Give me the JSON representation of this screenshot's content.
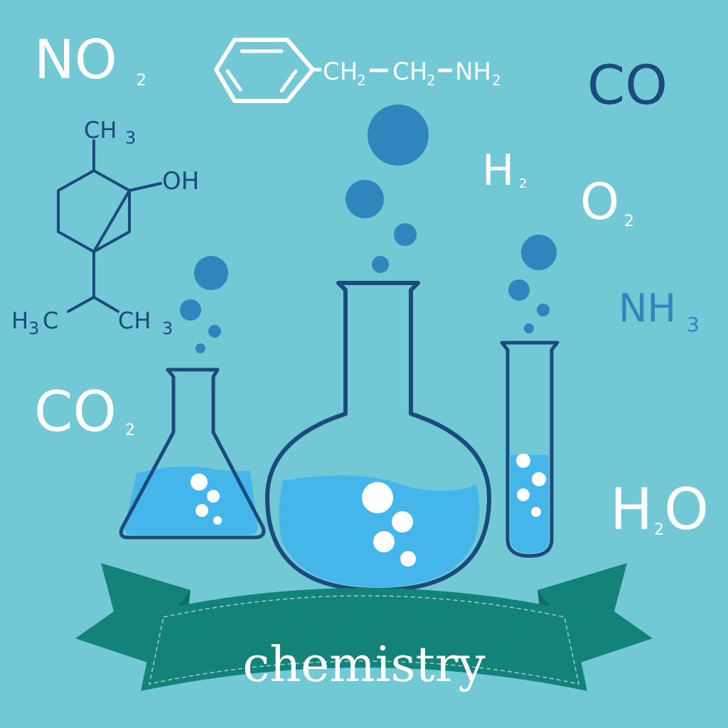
{
  "colors": {
    "background": "#72c9d5",
    "dark_blue": "#1a4b7c",
    "mid_blue": "#2e86bd",
    "liquid_blue": "#45b6ea",
    "white": "#ffffff",
    "ribbon": "#13837a",
    "ribbon_shadow": "#0e6d66"
  },
  "formulas": {
    "no2": {
      "main": "NO",
      "sub": "2"
    },
    "co": {
      "main": "CO"
    },
    "h2": {
      "main": "H",
      "sub": "2"
    },
    "o2": {
      "main": "O",
      "sub": "2"
    },
    "nh3": {
      "main": "NH",
      "sub": "3"
    },
    "co2": {
      "main": "CO",
      "sub": "2"
    },
    "h2o": {
      "h": "H",
      "sub": "2",
      "o": "O"
    }
  },
  "phenethylamine": {
    "ch2_a": "CH",
    "sub_a": "2",
    "ch2_b": "CH",
    "sub_b": "2",
    "nh2": "NH",
    "sub_c": "2"
  },
  "menthol": {
    "top_ch3": "CH",
    "top_sub": "3",
    "oh": "OH",
    "left_h": "H",
    "left_sub": "3",
    "left_c": "C",
    "right_ch": "CH",
    "right_sub": "3"
  },
  "banner": {
    "text": "chemistry"
  }
}
